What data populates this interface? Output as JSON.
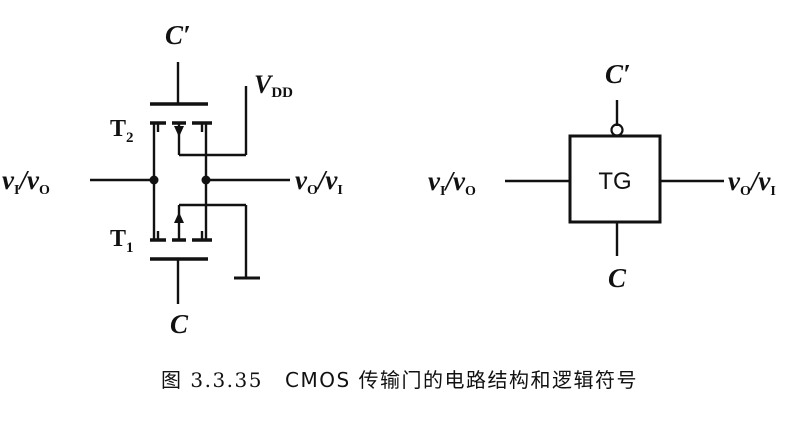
{
  "circuit": {
    "top_gate_label": "C′",
    "bottom_gate_label": "C",
    "supply_label": {
      "main": "V",
      "sub": "DD"
    },
    "upper_transistor": {
      "main": "T",
      "sub": "2"
    },
    "lower_transistor": {
      "main": "T",
      "sub": "1"
    },
    "left_terminal": {
      "a": "v",
      "a_sub": "I",
      "sep": "/",
      "b": "v",
      "b_sub": "O"
    },
    "right_terminal": {
      "a": "v",
      "a_sub": "O",
      "sep": "/",
      "b": "v",
      "b_sub": "I"
    }
  },
  "symbol": {
    "label": "TG",
    "top_control": "C′",
    "bottom_control": "C",
    "left_terminal": {
      "a": "v",
      "a_sub": "I",
      "sep": "/",
      "b": "v",
      "b_sub": "O"
    },
    "right_terminal": {
      "a": "v",
      "a_sub": "O",
      "sep": "/",
      "b": "v",
      "b_sub": "I"
    }
  },
  "caption": {
    "number": "图 3.3.35",
    "text": "CMOS 传输门的电路结构和逻辑符号"
  }
}
